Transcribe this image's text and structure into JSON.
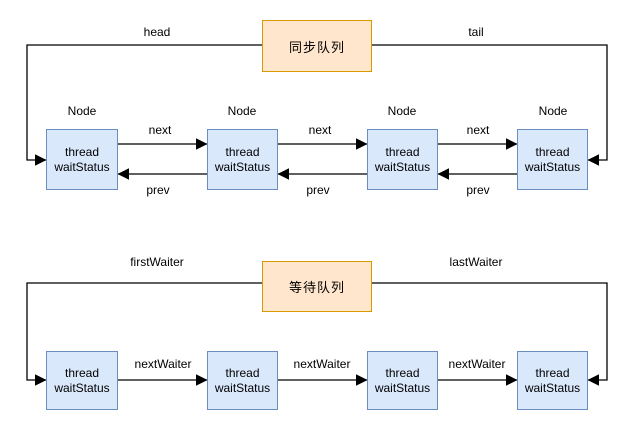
{
  "colors": {
    "node_fill": "#dae8fc",
    "node_border": "#6c8ebf",
    "queue_fill": "#ffe6cc",
    "queue_border": "#d79b00",
    "line": "#000000"
  },
  "sync_queue": {
    "title": "同步队列",
    "head_label": "head",
    "tail_label": "tail",
    "node_label": "Node",
    "next_label": "next",
    "prev_label": "prev",
    "nodes": [
      {
        "line1": "thread",
        "line2": "waitStatus"
      },
      {
        "line1": "thread",
        "line2": "waitStatus"
      },
      {
        "line1": "thread",
        "line2": "waitStatus"
      },
      {
        "line1": "thread",
        "line2": "waitStatus"
      }
    ]
  },
  "wait_queue": {
    "title": "等待队列",
    "first_label": "firstWaiter",
    "last_label": "lastWaiter",
    "next_waiter_label": "nextWaiter",
    "nodes": [
      {
        "line1": "thread",
        "line2": "waitStatus"
      },
      {
        "line1": "thread",
        "line2": "waitStatus"
      },
      {
        "line1": "thread",
        "line2": "waitStatus"
      },
      {
        "line1": "thread",
        "line2": "waitStatus"
      }
    ]
  }
}
